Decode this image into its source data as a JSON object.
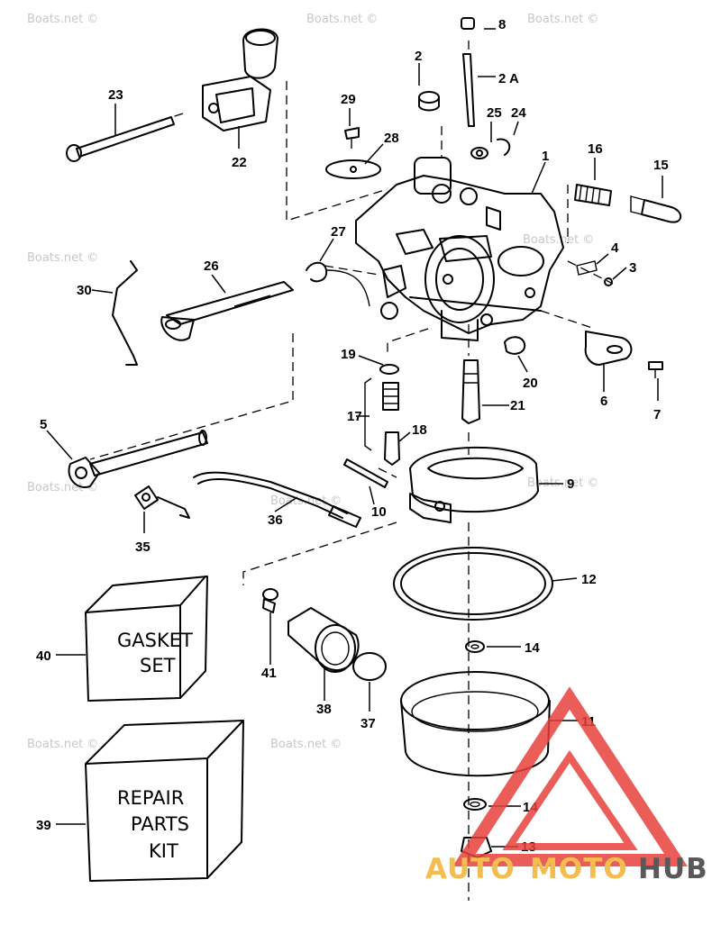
{
  "watermark": "Boats.net ©",
  "callouts": [
    "1",
    "2",
    "2 A",
    "3",
    "4",
    "5",
    "6",
    "7",
    "8",
    "9",
    "10",
    "11",
    "12",
    "13",
    "14",
    "14",
    "15",
    "16",
    "17",
    "18",
    "19",
    "20",
    "21",
    "22",
    "23",
    "24",
    "25",
    "26",
    "27",
    "28",
    "29",
    "30",
    "35",
    "36",
    "37",
    "38",
    "39",
    "40",
    "41"
  ],
  "boxes": {
    "gasket_set": [
      "GASKET",
      "SET"
    ],
    "repair_kit": [
      "REPAIR",
      "PARTS",
      "KIT"
    ]
  },
  "logo": {
    "part1": "AUTO",
    "part2": "MOTO",
    "part3": "HUB"
  },
  "colors": {
    "logo_orange": "#f2b231",
    "logo_dark": "#3d3d3d",
    "logo_red": "#e8413c"
  }
}
